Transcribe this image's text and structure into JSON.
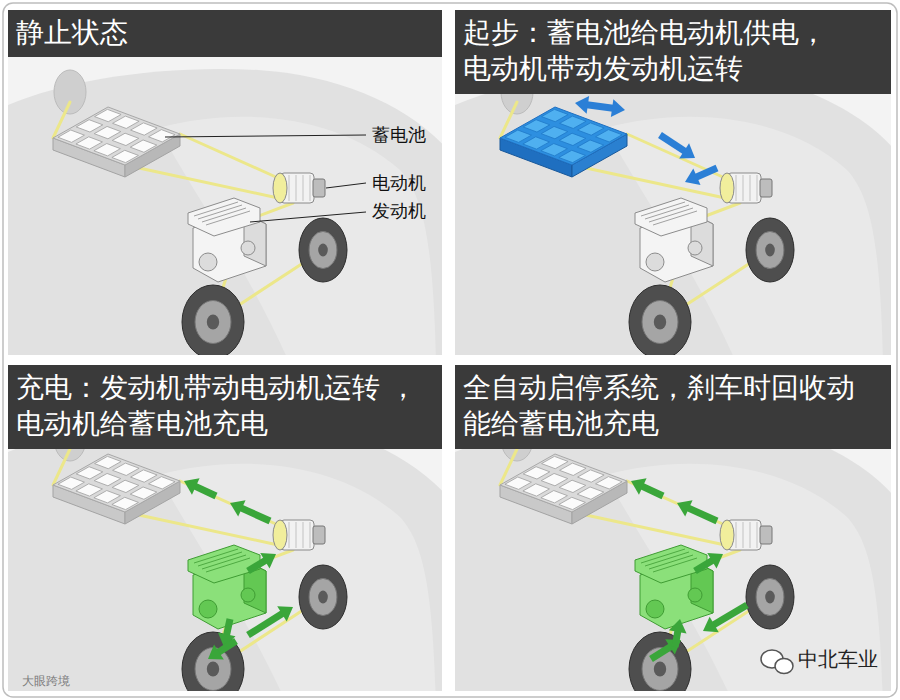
{
  "diagram": {
    "nodes": [
      {
        "text": [
          "静止状态"
        ]
      },
      {
        "text": [
          "起步：蓄电池给电动机供电， 电动机带动发动机运转"
        ]
      },
      {
        "text": [
          "充电：发动机带动电动机运转 ，电动机给蓄电池充电"
        ]
      },
      {
        "text": [
          "全自动启停系统，刹车时回收动 能给蓄电池充电"
        ]
      }
    ],
    "labels": [
      "蓄电池",
      "电动机",
      "发动机",
      "大眼跨境",
      "中北车业"
    ]
  }
}
